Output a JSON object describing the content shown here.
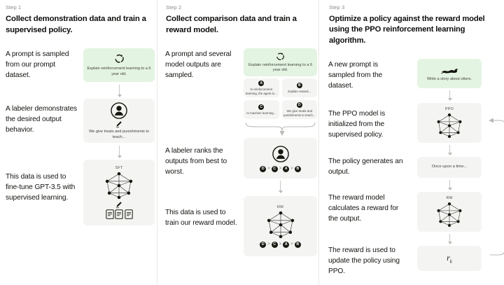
{
  "diagram": {
    "title": "RLHF three-step training diagram",
    "accent_green": "#e4f4e2",
    "card_gray": "#f4f5f3"
  },
  "steps": [
    {
      "label": "Step 1",
      "title": "Collect demonstration data and train a supervised policy.",
      "captions": [
        "A prompt is sampled from our prompt dataset.",
        "A labeler demonstrates the desired output behavior.",
        "This data is used to fine-tune GPT-3.5 with supervised learning."
      ],
      "figures": {
        "prompt_card": {
          "icon": "recycle-icon",
          "text": "Explain reinforcement learning to a 6 year old."
        },
        "labeler_card": {
          "icon": "person-icon",
          "pencil": "pencil-icon",
          "text": "We give treats and punishments to teach..."
        },
        "sft_card": {
          "label": "SFT",
          "icon": "neural-network-icon",
          "pencil": "pencil-icon",
          "docs": "documents-icon"
        }
      }
    },
    {
      "label": "Step 2",
      "title": "Collect comparison data and train a reward model.",
      "captions": [
        "A prompt and several model outputs are sampled.",
        "A labeler ranks the outputs from best to worst.",
        "This data is used to train our reward model."
      ],
      "figures": {
        "prompt_card": {
          "icon": "recycle-icon",
          "text": "Explain reinforcement learning to a 6 year old."
        },
        "outputs": [
          {
            "token": "A",
            "text": "In reinforcement learning, the agent is..."
          },
          {
            "token": "B",
            "text": "Explain reward..."
          },
          {
            "token": "C",
            "text": "In machine learning..."
          },
          {
            "token": "D",
            "text": "We give treats and punishments to teach..."
          }
        ],
        "ranking_card": {
          "icon": "person-icon",
          "ranking": [
            "D",
            "C",
            "A",
            "B"
          ]
        },
        "rm_card": {
          "label": "RM",
          "icon": "neural-network-icon",
          "ranking": [
            "D",
            "C",
            "A",
            "B"
          ]
        }
      }
    },
    {
      "label": "Step 3",
      "title": "Optimize a policy against the reward model using the PPO reinforcement learning algorithm.",
      "captions": [
        "A new prompt is sampled from the dataset.",
        "The PPO model is initialized from the supervised policy.",
        "The policy generates an output.",
        "The reward model calculates a reward for the output.",
        "The reward is used to update the policy using PPO."
      ],
      "figures": {
        "prompt_card": {
          "icon": "otter-icon",
          "text": "Write a story about otters."
        },
        "ppo_card": {
          "label": "PPO",
          "icon": "neural-network-icon"
        },
        "output_card": {
          "text": "Once upon a time..."
        },
        "rm_card": {
          "label": "RM",
          "icon": "neural-network-icon"
        },
        "reward_card": {
          "symbol": "r",
          "subscript": "k"
        }
      }
    }
  ]
}
